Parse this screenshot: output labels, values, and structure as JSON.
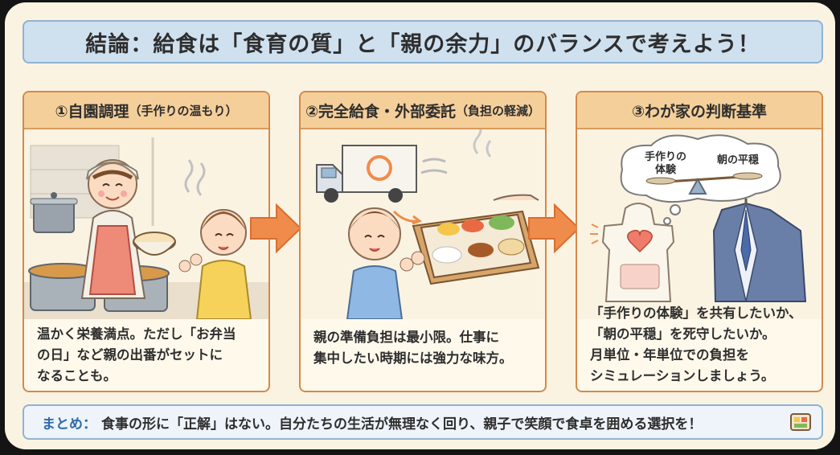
{
  "banner": {
    "title": "結論：給食は「食育の質」と「親の余力」のバランスで考えよう！"
  },
  "panels": [
    {
      "title": "①自園調理",
      "subtitle": "（手作りの温もり）",
      "lines": [
        "温かく栄養満点。ただし「お弁当",
        "の日」など親の出番がセットに",
        "なることも。"
      ]
    },
    {
      "title": "②完全給食・外部委託",
      "subtitle": "（負担の軽減）",
      "lines": [
        "親の準備負担は最小限。仕事に",
        "集中したい時期には強力な味方。"
      ]
    },
    {
      "title": "③わが家の判断基準",
      "subtitle": "",
      "lines": [
        "「手作りの体験」を共有したいか、",
        "「朝の平穏」を死守したいか。",
        "月単位・年単位での負担を",
        "シミュレーションしましょう。"
      ],
      "scale_left": "手作りの\n体験",
      "scale_left_l1": "手作りの",
      "scale_left_l2": "体験",
      "scale_right": "朝の平穏"
    }
  ],
  "summary": {
    "lead": "まとめ：",
    "text": "食事の形に「正解」はない。自分たちの生活が無理なく回り、親子で笑顔で食卓を囲める選択を！"
  },
  "icons": [
    "pot-icon",
    "mother-icon",
    "child-icon",
    "truck-icon",
    "bento-tray-icon",
    "apron-icon",
    "suit-icon",
    "scale-icon",
    "arrow-right-icon",
    "lunchbox-icon"
  ],
  "colors": {
    "banner_bg": "#cfe0ef",
    "panel_border": "#d28a4b",
    "panel_head": "#f5cf9a",
    "arrow": "#ef8c4c",
    "summary_lead": "#2f6aa8"
  }
}
